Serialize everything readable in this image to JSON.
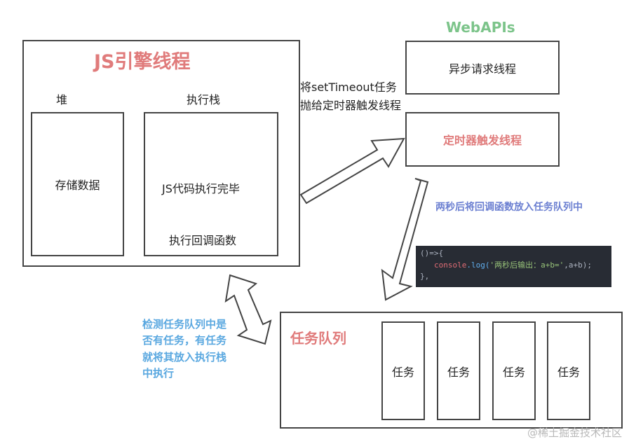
{
  "engine": {
    "title": "JS引擎线程",
    "heap_label": "堆",
    "heap_content": "存储数据",
    "stack_label": "执行栈",
    "stack_line1": "JS代码执行完毕",
    "stack_line2": "执行回调函数"
  },
  "webapis": {
    "title": "WebAPIs",
    "async_thread": "异步请求线程",
    "timer_thread": "定时器触发线程"
  },
  "notes": {
    "to_timer": "将setTimeout任务抛给定时器触发线程",
    "to_queue": "两秒后将回调函数放入任务队列中",
    "check_queue_lines": [
      "检测任务队列中是",
      "否有任务，有任务",
      "就将其放入执行栈",
      "中执行"
    ]
  },
  "code": {
    "line1": "()=>{",
    "line2_fn": "console",
    "line2_method": ".log(",
    "line2_str": "'两秒后输出：a+b='",
    "line2_rest": ",a+b);",
    "line3": "},"
  },
  "queue": {
    "title": "任务队列",
    "items": [
      "任务",
      "任务",
      "任务",
      "任务"
    ]
  },
  "watermark": "@稀土掘金技术社区",
  "colors": {
    "title_red": "#e07b7b",
    "title_green": "#7cc48a",
    "note_blue": "#6b7fd1",
    "note_cyan": "#5aa8e0",
    "code_bg": "#282c34"
  }
}
